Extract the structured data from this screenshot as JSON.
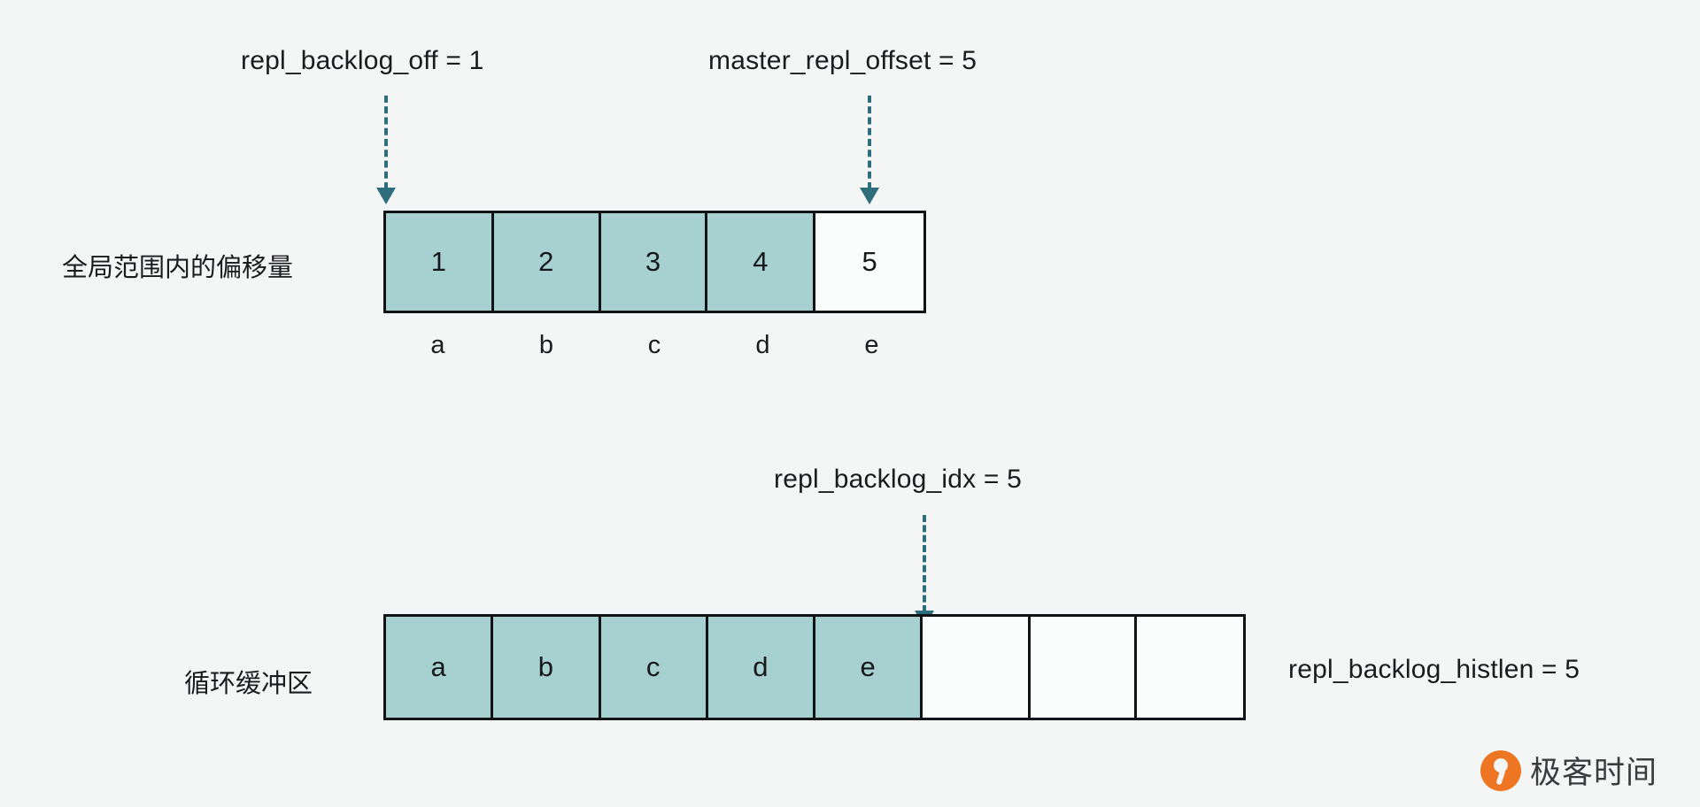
{
  "diagram": {
    "title_hidden": "",
    "colors": {
      "background": "#f4f6f6",
      "cell_fill": "#a7d0d0",
      "cell_empty": "#fbfcfc",
      "border": "#111317",
      "pointer": "#2e6d7c",
      "text": "#1b1b1d",
      "watermark_orange": "#ee7622"
    },
    "annotations": [
      {
        "id": "repl-backlog-off",
        "text": "repl_backlog_off = 1"
      },
      {
        "id": "master-repl-offset",
        "text": "master_repl_offset = 5"
      },
      {
        "id": "repl-backlog-idx",
        "text": "repl_backlog_idx = 5"
      },
      {
        "id": "repl-backlog-histlen",
        "text": "repl_backlog_histlen = 5"
      }
    ],
    "row1": {
      "label": "全局范围内的偏移量",
      "cells": [
        {
          "value": "1",
          "filled": true
        },
        {
          "value": "2",
          "filled": true
        },
        {
          "value": "3",
          "filled": true
        },
        {
          "value": "4",
          "filled": true
        },
        {
          "value": "5",
          "filled": false
        }
      ],
      "letters": [
        "a",
        "b",
        "c",
        "d",
        "e"
      ]
    },
    "row2": {
      "label": "循环缓冲区",
      "cells": [
        {
          "value": "a",
          "filled": true
        },
        {
          "value": "b",
          "filled": true
        },
        {
          "value": "c",
          "filled": true
        },
        {
          "value": "d",
          "filled": true
        },
        {
          "value": "e",
          "filled": true
        },
        {
          "value": "",
          "filled": false
        },
        {
          "value": "",
          "filled": false
        },
        {
          "value": "",
          "filled": false
        }
      ]
    },
    "watermark": {
      "text": "极客时间",
      "logo": "geek-time-logo"
    }
  }
}
